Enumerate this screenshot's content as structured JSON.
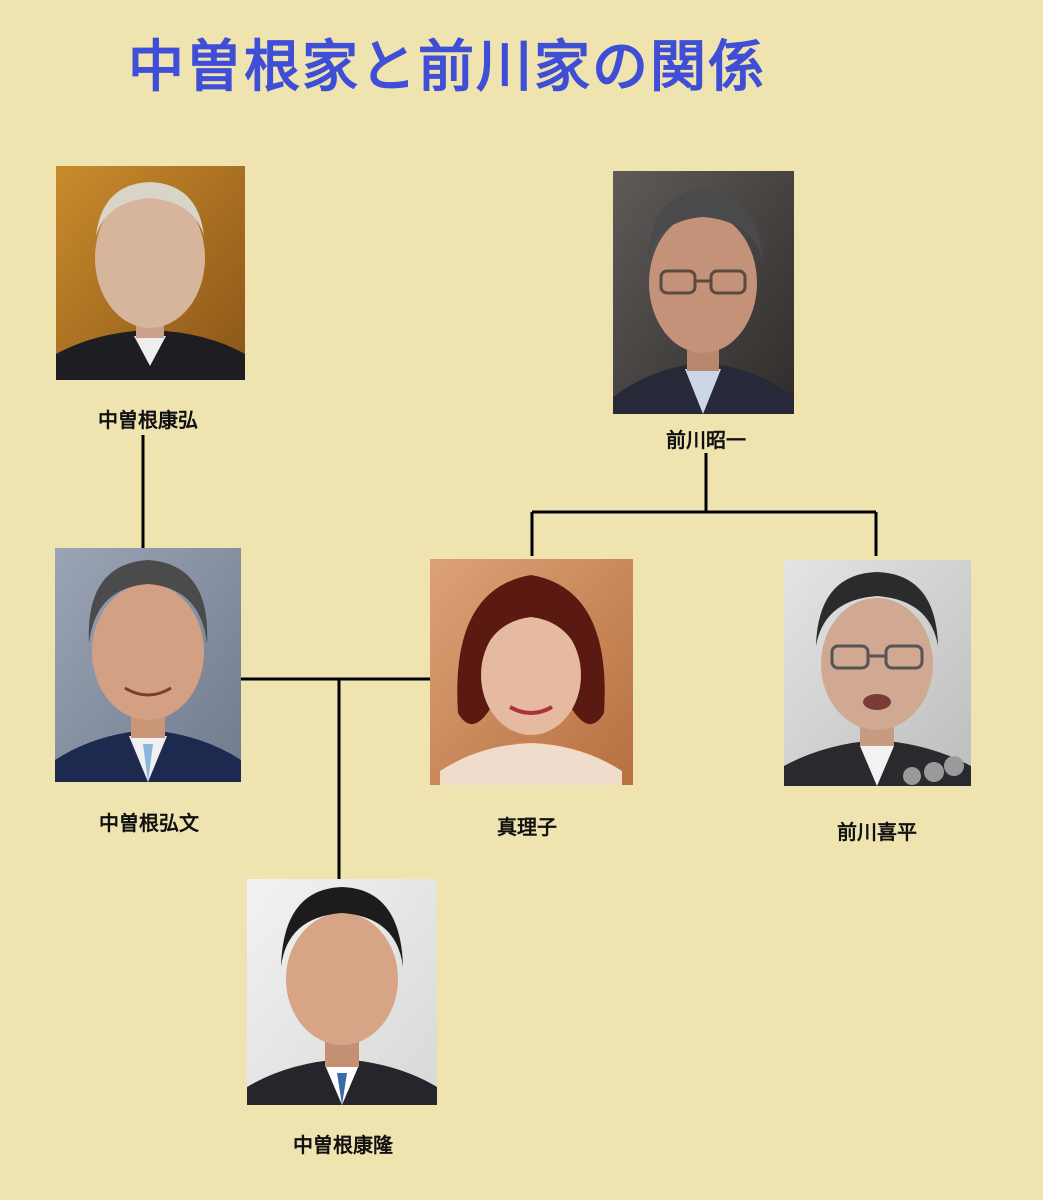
{
  "title": "中曽根家と前川家の関係",
  "people": [
    {
      "id": "yasuhiro",
      "name": "中曽根康弘",
      "photo": "portrait-photo"
    },
    {
      "id": "akiichi",
      "name": "前川昭一",
      "photo": "portrait-photo"
    },
    {
      "id": "hirofumi",
      "name": "中曽根弘文",
      "photo": "portrait-photo"
    },
    {
      "id": "mariko",
      "name": "真理子",
      "photo": "portrait-photo"
    },
    {
      "id": "kihei",
      "name": "前川喜平",
      "photo": "portrait-photo"
    },
    {
      "id": "yasutaka",
      "name": "中曽根康隆",
      "photo": "portrait-photo"
    }
  ],
  "relations": [
    {
      "type": "parent-child",
      "parent": "中曽根康弘",
      "child": "中曽根弘文"
    },
    {
      "type": "parent-child",
      "parent": "前川昭一",
      "child": "真理子"
    },
    {
      "type": "parent-child",
      "parent": "前川昭一",
      "child": "前川喜平"
    },
    {
      "type": "marriage",
      "a": "中曽根弘文",
      "b": "真理子"
    },
    {
      "type": "parent-child",
      "parent": "中曽根弘文・真理子",
      "child": "中曽根康隆"
    }
  ]
}
